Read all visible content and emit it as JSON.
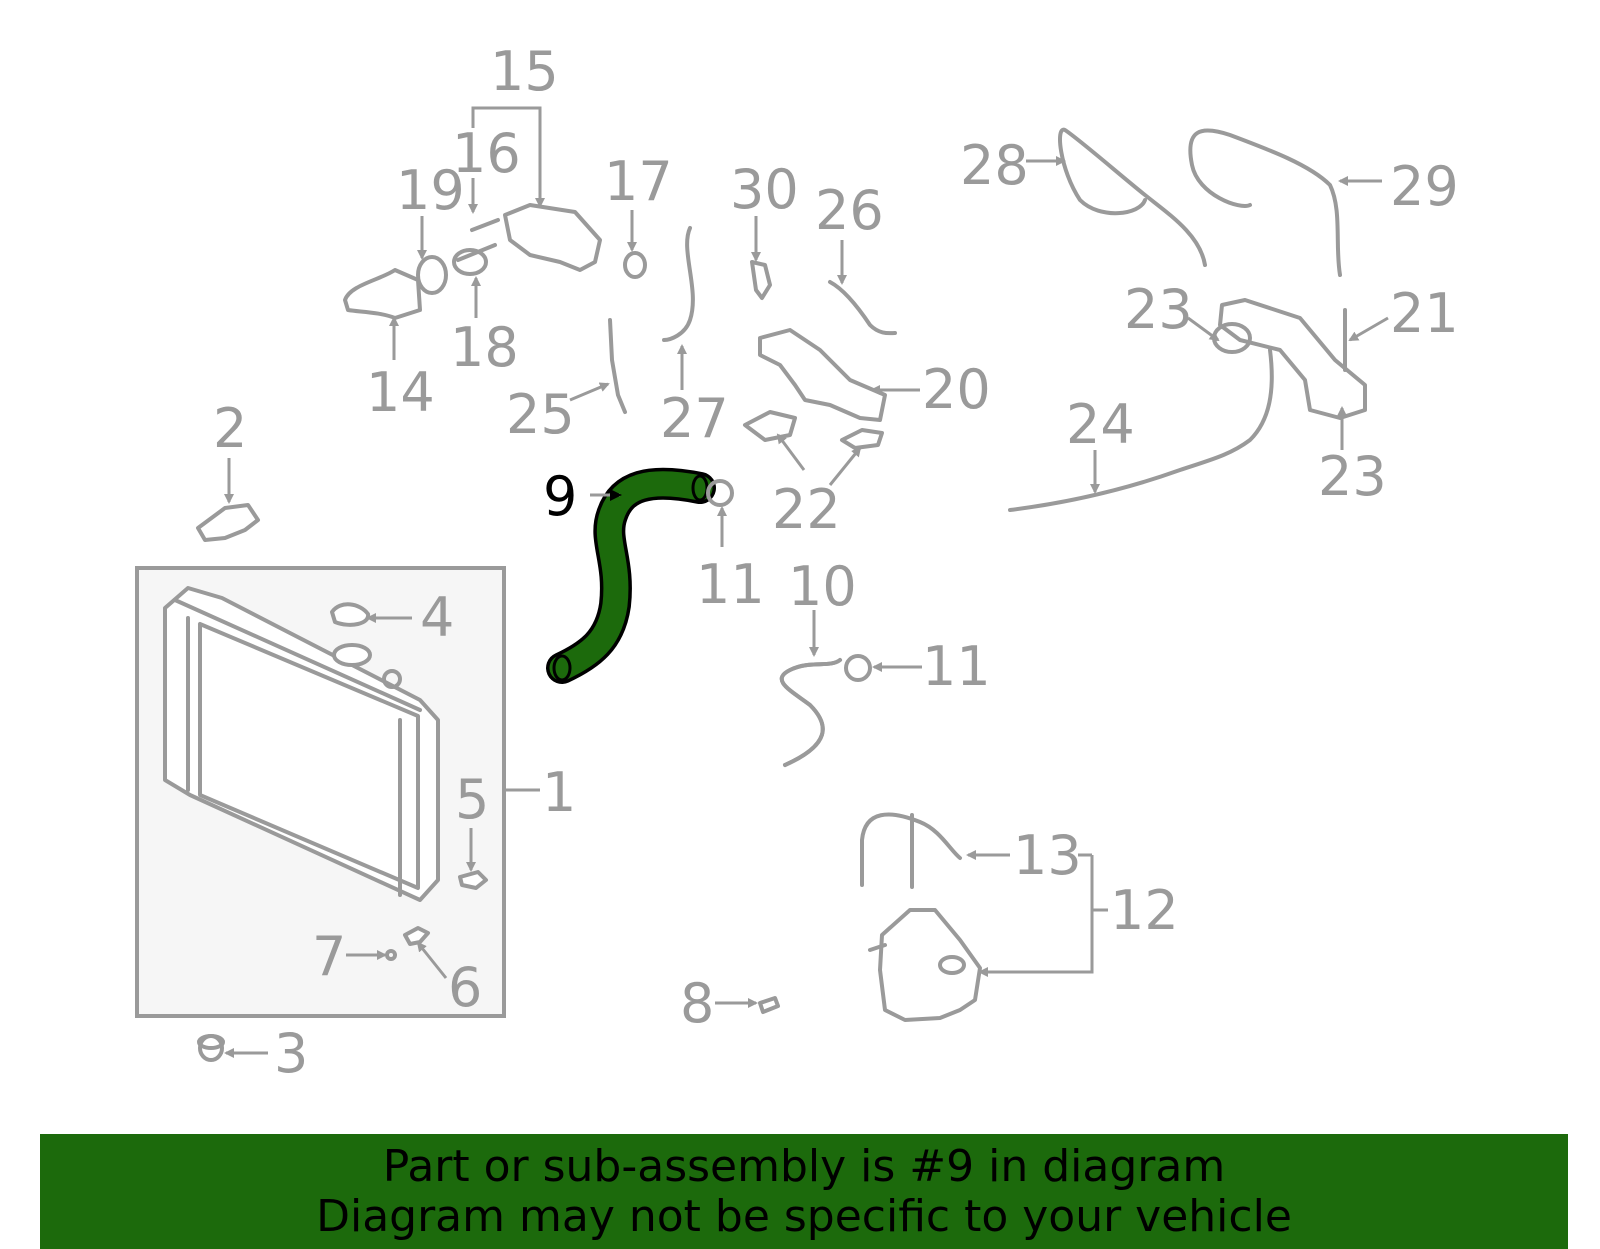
{
  "colors": {
    "highlight": "#1c6a0c",
    "banner_bg": "#1c6a0c",
    "part_stroke": "#9a9a9a",
    "box_fill": "#f6f6f6"
  },
  "callouts": {
    "c1": "1",
    "c2": "2",
    "c3": "3",
    "c4": "4",
    "c5": "5",
    "c6": "6",
    "c7": "7",
    "c8": "8",
    "c9": "9",
    "c10": "10",
    "c11a": "11",
    "c11b": "11",
    "c12": "12",
    "c13": "13",
    "c14": "14",
    "c15": "15",
    "c16": "16",
    "c17": "17",
    "c18": "18",
    "c19": "19",
    "c20": "20",
    "c21": "21",
    "c22": "22",
    "c23a": "23",
    "c23b": "23",
    "c24": "24",
    "c25": "25",
    "c26": "26",
    "c27": "27",
    "c28": "28",
    "c29": "29",
    "c30": "30"
  },
  "banner": {
    "line1": "Part or sub-assembly is #9 in diagram",
    "line2": "Diagram may not be specific to your vehicle"
  }
}
